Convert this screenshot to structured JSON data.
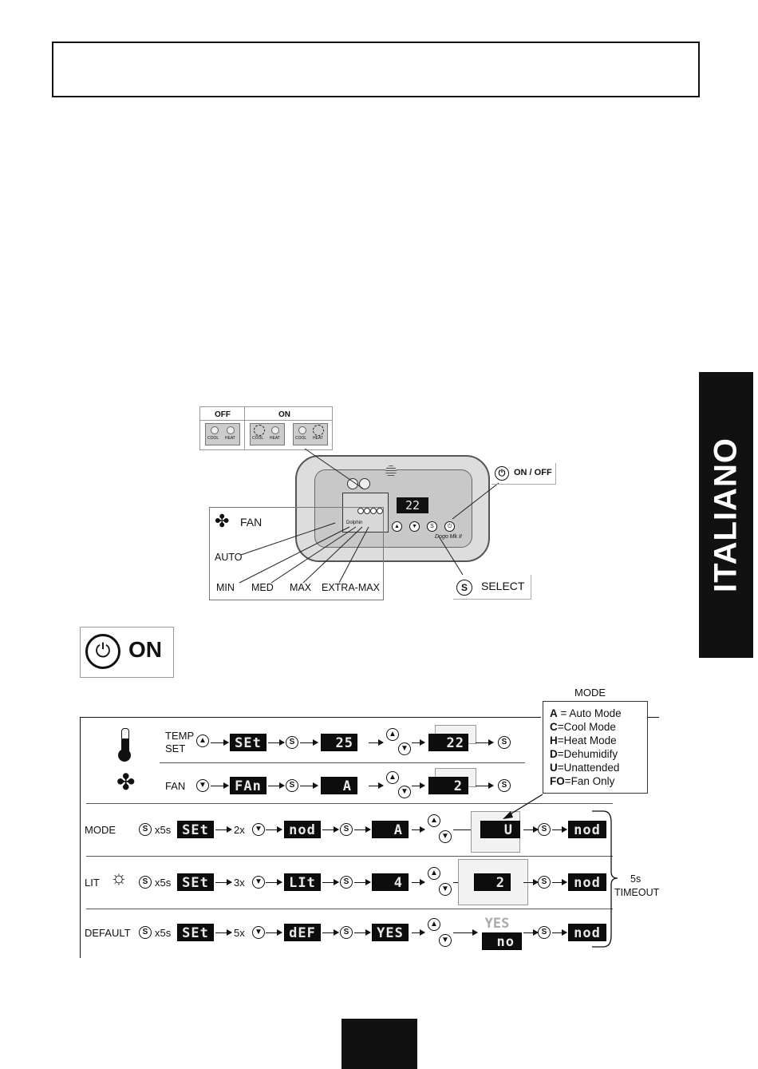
{
  "header_box_text": "",
  "side_tab": {
    "label": "ITALIANO"
  },
  "indicator": {
    "off_label": "OFF",
    "on_label": "ON",
    "cool": "COOL",
    "heat": "HEAT"
  },
  "remote": {
    "display_value": "22",
    "brand": "Dolphin",
    "model": "Dogo Mk II"
  },
  "fan_legend": {
    "title": "FAN",
    "auto": "AUTO",
    "min": "MIN",
    "med": "MED",
    "max": "MAX",
    "extra_max": "EXTRA-MAX"
  },
  "buttons": {
    "on_off": "ON / OFF",
    "select": "SELECT",
    "select_symbol": "S"
  },
  "on_button": {
    "label": "ON"
  },
  "mode_box": {
    "title": "MODE",
    "items": [
      {
        "key": "A",
        "desc": " = Auto Mode"
      },
      {
        "key": "C",
        "desc": "=Cool Mode"
      },
      {
        "key": "H",
        "desc": "=Heat Mode"
      },
      {
        "key": "D",
        "desc": "=Dehumidify"
      },
      {
        "key": "U",
        "desc": "=Unattended"
      },
      {
        "key": "FO",
        "desc": "=Fan Only"
      }
    ]
  },
  "rows": {
    "temp": {
      "label1": "TEMP",
      "label2": "SET",
      "d1": "SEt",
      "d2": "25",
      "d3": "22"
    },
    "fan": {
      "label": "FAN",
      "d1": "FAn",
      "d2": "A",
      "d3": "2"
    },
    "mode": {
      "label": "MODE",
      "press": "x5s",
      "d1": "SEt",
      "count": "2x",
      "d2": "nod",
      "d3": "A",
      "d4": "U",
      "d5": "nod"
    },
    "lit": {
      "label": "LIT",
      "press": "x5s",
      "d1": "SEt",
      "count": "3x",
      "d2": "LIt",
      "d3": "4",
      "d4": "2",
      "d5": "nod"
    },
    "default": {
      "label": "DEFAULT",
      "press": "x5s",
      "d1": "SEt",
      "count": "5x",
      "d2": "dEF",
      "d3": "YES",
      "d4a": "YES",
      "d4b": "no",
      "d5": "nod"
    }
  },
  "timeout": {
    "line1": "5s",
    "line2": "TIMEOUT"
  }
}
